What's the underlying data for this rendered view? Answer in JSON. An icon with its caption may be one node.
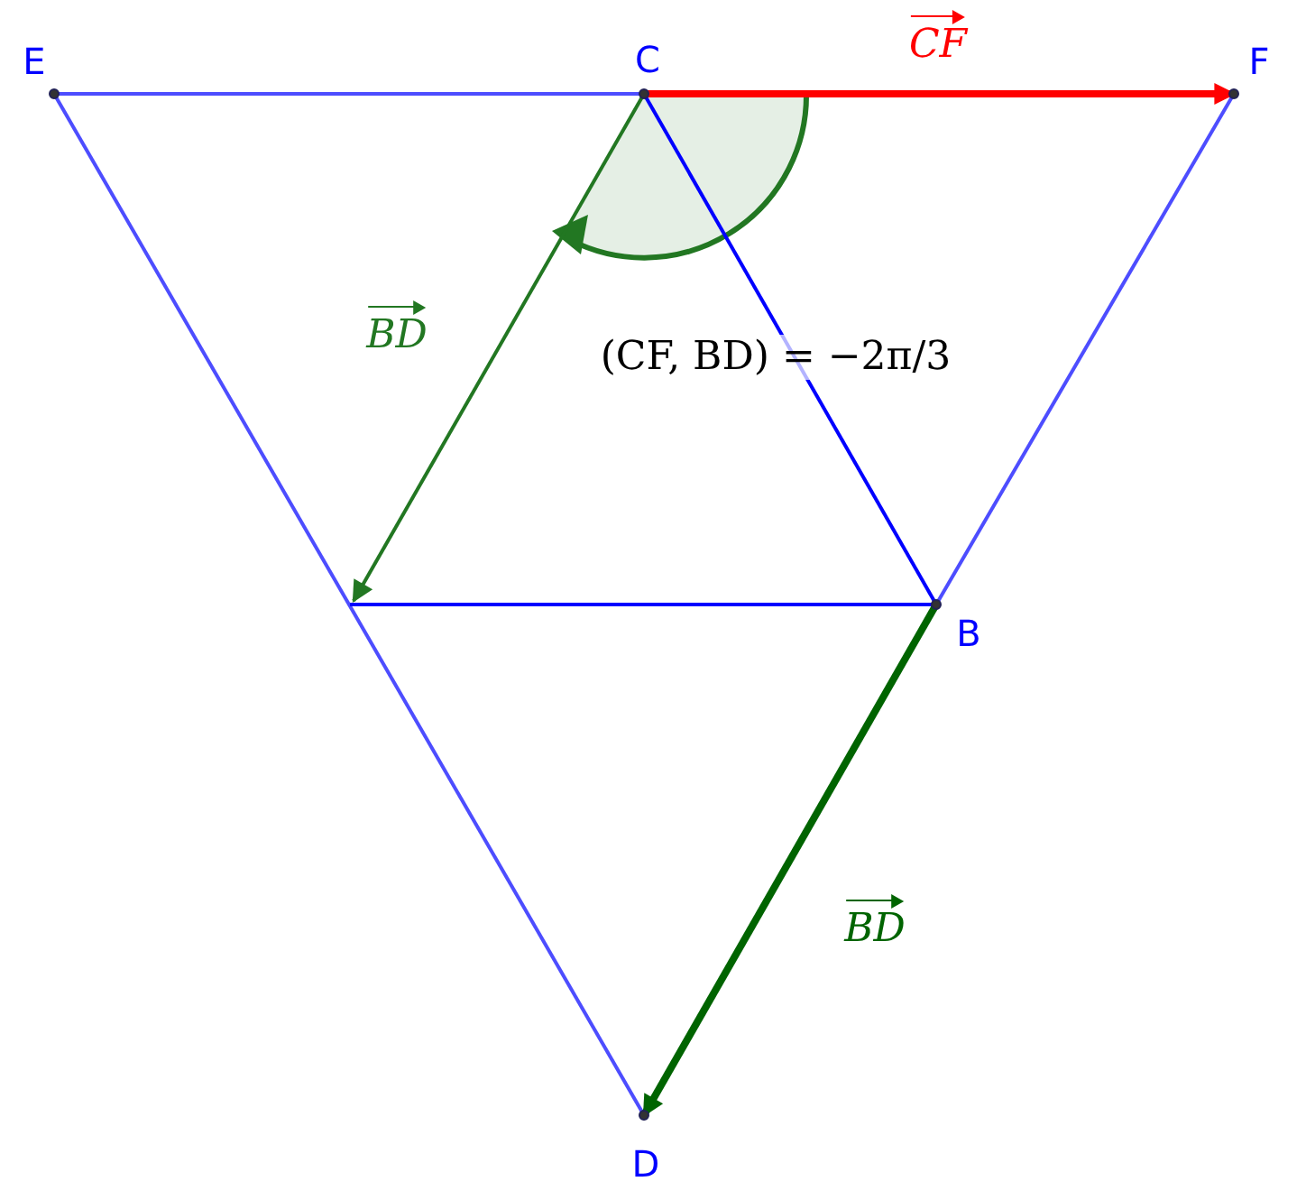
{
  "diagram": {
    "nodes": [
      {
        "text": [
          "E"
        ]
      },
      {
        "text": [
          "C"
        ]
      },
      {
        "text": [
          "F"
        ]
      },
      {
        "text": [
          "B"
        ]
      },
      {
        "text": [
          "D"
        ]
      }
    ],
    "edges": [
      {
        "from": 0,
        "to": 1,
        "arrow": "none"
      },
      {
        "from": 1,
        "to": 2,
        "arrow": "to",
        "label": "CF",
        "style": "thick",
        "color": "#ff0000"
      },
      {
        "from": 2,
        "to": 3,
        "arrow": "none"
      },
      {
        "from": 0,
        "to": 4,
        "arrow": "none"
      },
      {
        "from": 1,
        "to": 3,
        "arrow": "none",
        "color": "#0000ff"
      },
      {
        "from": null,
        "to": 3,
        "arrow": "none",
        "color": "#0000ff"
      },
      {
        "from": 1,
        "to": null,
        "arrow": "to",
        "label": "BD",
        "color": "#227722"
      },
      {
        "from": 3,
        "to": 4,
        "arrow": "to",
        "label": "BD",
        "style": "thick",
        "color": "#006400"
      }
    ],
    "labels": [
      "(CF, BD) = −2π/3"
    ]
  }
}
